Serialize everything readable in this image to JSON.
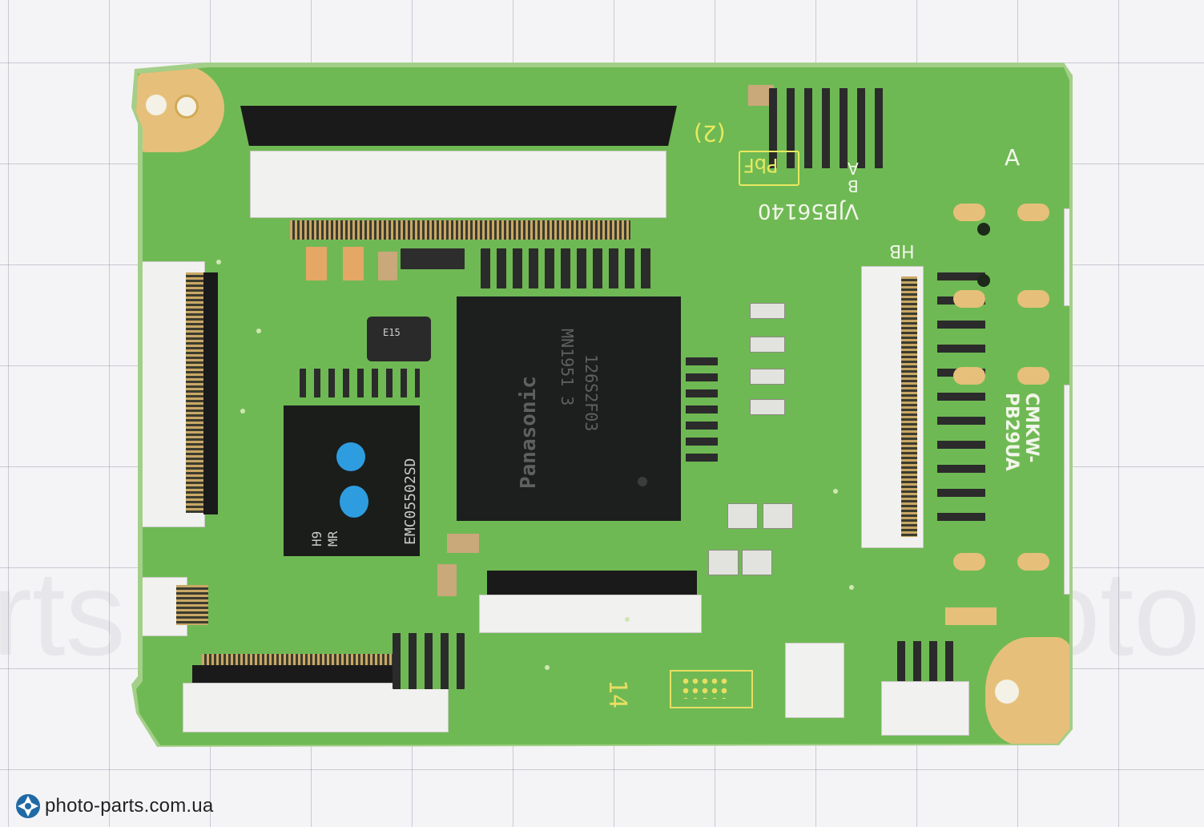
{
  "watermark": {
    "text_left": "rts",
    "text_right": "oto"
  },
  "board": {
    "silkscreen": {
      "revision": "(2)",
      "lead_free": "PbF",
      "part_number": "VJB56140",
      "board_code": "CMKW-PB29UA",
      "corner_mark": "A",
      "b_mark": "B",
      "a_mark": "A",
      "hb_mark": "HB",
      "pin_one": "14"
    },
    "chips": {
      "soc_brand": "Panasonic",
      "soc_model": "MN1951 3",
      "soc_lot": "126S2F03",
      "memory_code": "EMC05502SD",
      "memory_line1": "H9",
      "memory_line2": "MR",
      "crystal_mark": "E15"
    }
  },
  "footer": {
    "site": "photo-parts.com.ua",
    "logo_icon": "camera-aperture-icon"
  }
}
